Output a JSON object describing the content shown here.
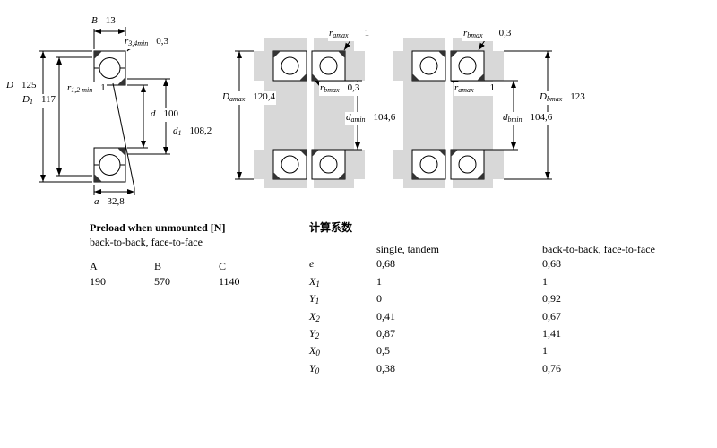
{
  "drawing_single": {
    "b": {
      "sym": "B",
      "sub": "",
      "val": "13"
    },
    "r34": {
      "sym": "r",
      "sub": "3,4min",
      "val": "0,3"
    },
    "D": {
      "sym": "D",
      "sub": "",
      "val": "125"
    },
    "r12": {
      "sym": "r",
      "sub": "1,2 min",
      "val": "1"
    },
    "D1": {
      "sym": "D",
      "sub": "1",
      "val": "117"
    },
    "d": {
      "sym": "d",
      "sub": "",
      "val": "100"
    },
    "d1": {
      "sym": "d",
      "sub": "1",
      "val": "108,2"
    },
    "a": {
      "sym": "a",
      "sub": "",
      "val": "32,8"
    }
  },
  "pair_db": {
    "r_amax": {
      "sym": "r",
      "sub": "amax",
      "val": "1"
    },
    "D_amax": {
      "sym": "D",
      "sub": "amax",
      "val": "120,4"
    },
    "r_bmax": {
      "sym": "r",
      "sub": "bmax",
      "val": "0,3"
    },
    "d_amin": {
      "sym": "d",
      "sub": "amin",
      "val": "104,6"
    }
  },
  "pair_df": {
    "r_bmax": {
      "sym": "r",
      "sub": "bmax",
      "val": "0,3"
    },
    "r_amax": {
      "sym": "r",
      "sub": "amax",
      "val": "1"
    },
    "d_bmin": {
      "sym": "d",
      "sub": "bmin",
      "val": "104,6"
    },
    "D_bmax": {
      "sym": "D",
      "sub": "bmax",
      "val": "123"
    }
  },
  "preload": {
    "title": "Preload when unmounted [N]",
    "subtitle": "back-to-back, face-to-face",
    "columns": [
      "A",
      "B",
      "C"
    ],
    "values": [
      "190",
      "570",
      "1140"
    ]
  },
  "factors": {
    "title": "计算系数",
    "col1": "single, tandem",
    "col2": "back-to-back, face-to-face",
    "rows": [
      {
        "sym": "e",
        "sub": "",
        "v1": "0,68",
        "v2": "0,68"
      },
      {
        "sym": "X",
        "sub": "1",
        "v1": "1",
        "v2": "1"
      },
      {
        "sym": "Y",
        "sub": "1",
        "v1": "0",
        "v2": "0,92"
      },
      {
        "sym": "X",
        "sub": "2",
        "v1": "0,41",
        "v2": "0,67"
      },
      {
        "sym": "Y",
        "sub": "2",
        "v1": "0,87",
        "v2": "1,41"
      },
      {
        "sym": "X",
        "sub": "0",
        "v1": "0,5",
        "v2": "1"
      },
      {
        "sym": "Y",
        "sub": "0",
        "v1": "0,38",
        "v2": "0,76"
      }
    ]
  }
}
